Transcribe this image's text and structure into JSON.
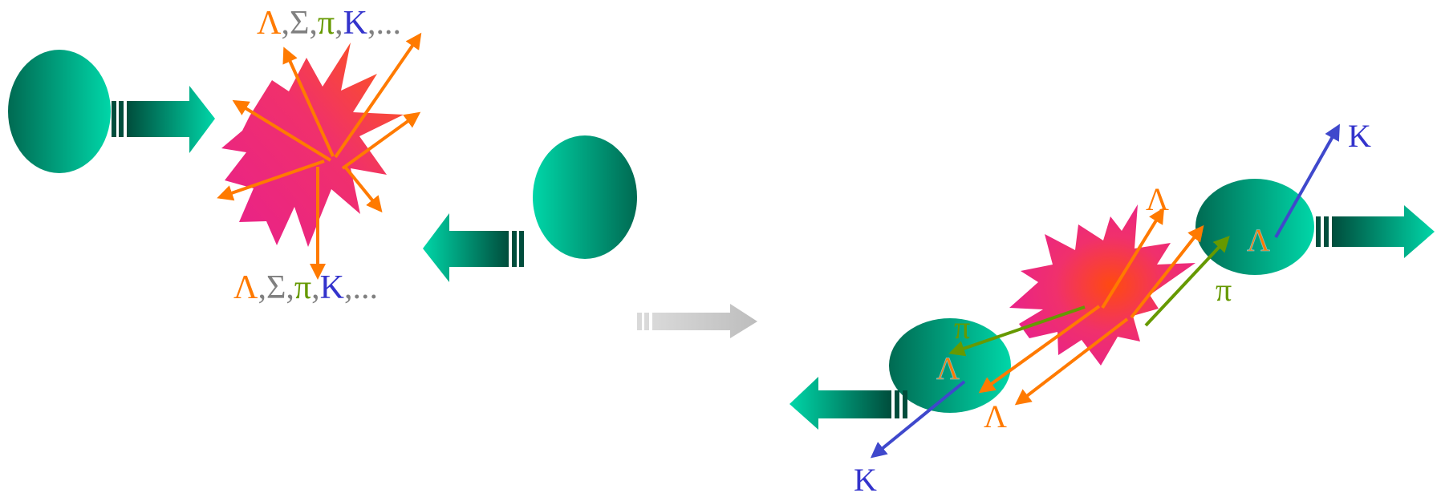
{
  "colors": {
    "orange": "#ff7a00",
    "gray": "#808080",
    "green": "#669900",
    "blue": "#3333cc",
    "nucleus_dark": "#006a52",
    "nucleus_light": "#00d6a8",
    "burst_magenta": "#e8208c",
    "burst_orange": "#ff5a10",
    "transition_arrow": "#c8c8c8"
  },
  "left_scene": {
    "top_label": {
      "lambda": "Λ",
      "sep1": ",",
      "sigma": "Σ",
      "sep2": ",",
      "pi": "π",
      "sep3": ",",
      "kaon": "K",
      "tail": ",..."
    },
    "bottom_label": {
      "lambda": "Λ",
      "sep1": ",",
      "sigma": "Σ",
      "sep2": ",",
      "pi": "π",
      "sep3": ",",
      "kaon": "K",
      "tail": ",..."
    }
  },
  "right_scene": {
    "labels": {
      "k_top": "K",
      "lambda_upper": "Λ",
      "lambda_in_right_nucleus": "Λ",
      "pi_right": "π",
      "pi_left": "π",
      "lambda_in_left_nucleus": "Λ",
      "lambda_lower": "Λ",
      "k_bottom": "K"
    }
  }
}
